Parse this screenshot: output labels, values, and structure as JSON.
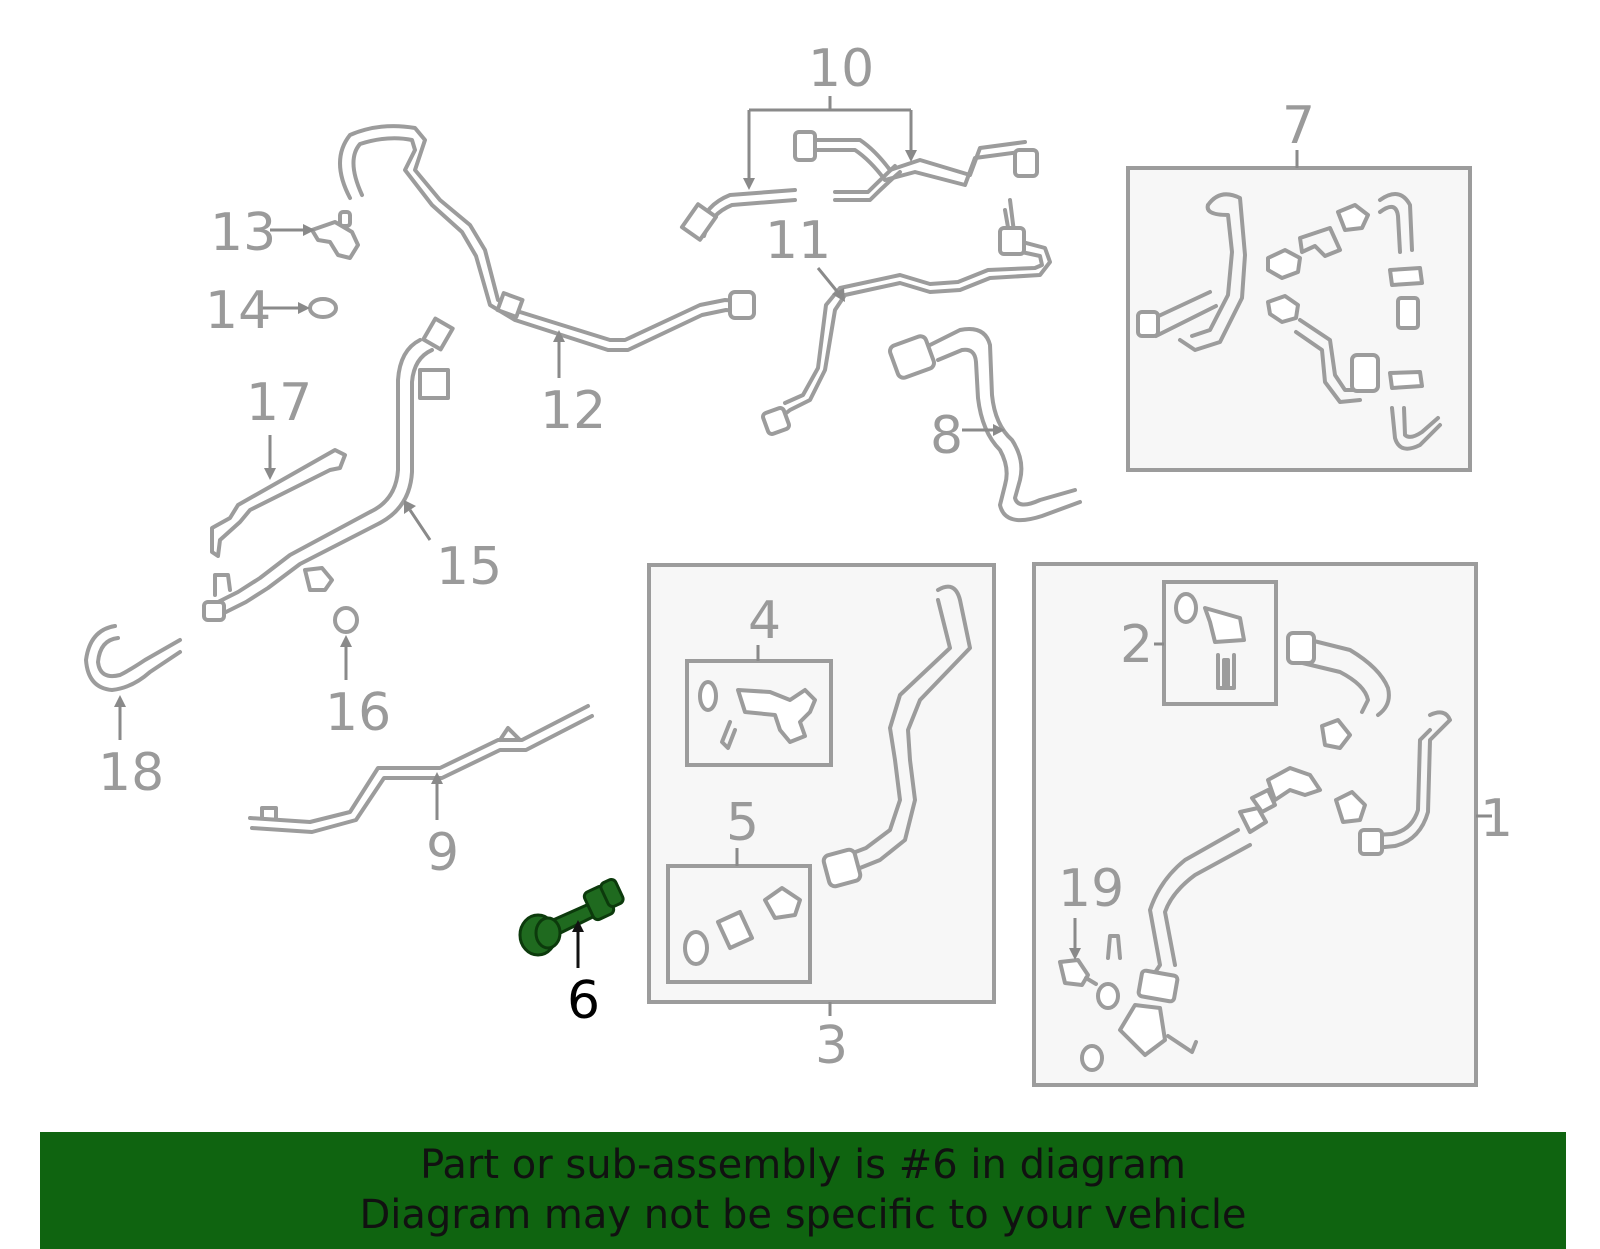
{
  "callouts": [
    {
      "id": "1",
      "text": "1"
    },
    {
      "id": "2",
      "text": "2"
    },
    {
      "id": "3",
      "text": "3"
    },
    {
      "id": "4",
      "text": "4"
    },
    {
      "id": "5",
      "text": "5"
    },
    {
      "id": "6",
      "text": "6",
      "highlighted": true
    },
    {
      "id": "7",
      "text": "7"
    },
    {
      "id": "8",
      "text": "8"
    },
    {
      "id": "9",
      "text": "9"
    },
    {
      "id": "10",
      "text": "10"
    },
    {
      "id": "11",
      "text": "11"
    },
    {
      "id": "12",
      "text": "12"
    },
    {
      "id": "13",
      "text": "13"
    },
    {
      "id": "14",
      "text": "14"
    },
    {
      "id": "15",
      "text": "15"
    },
    {
      "id": "16",
      "text": "16"
    },
    {
      "id": "17",
      "text": "17"
    },
    {
      "id": "18",
      "text": "18"
    },
    {
      "id": "19",
      "text": "19"
    }
  ],
  "banner": {
    "line1": "Part or sub-assembly is #6 in diagram",
    "line2": "Diagram may not be specific to your vehicle"
  },
  "colors": {
    "banner_bg": "#0f6410",
    "highlight_part": "#1f6a1f",
    "part_stroke": "#9c9c9c",
    "label_gray": "#9a9a9a"
  }
}
